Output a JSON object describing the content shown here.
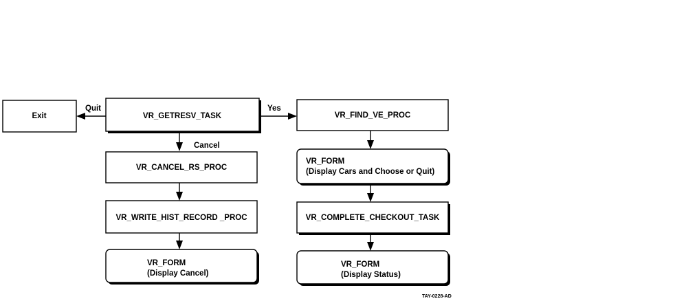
{
  "nodes": {
    "exit": "Exit",
    "getresv": "VR_GETRESV_TASK",
    "find_ve": "VR_FIND_VE_PROC",
    "cancel_rs": "VR_CANCEL_RS_PROC",
    "form_cars_line1": "VR_FORM",
    "form_cars_line2": "(Display Cars and  Choose or Quit)",
    "write_hist": "VR_WRITE_HIST_RECORD  _PROC",
    "complete_checkout": "VR_COMPLETE_CHECKOUT_TASK",
    "form_cancel_line1": "VR_FORM",
    "form_cancel_line2": "(Display Cancel)",
    "form_status_line1": "VR_FORM",
    "form_status_line2": "(Display Status)"
  },
  "edges": {
    "quit": "Quit",
    "yes": "Yes",
    "cancel": "Cancel"
  },
  "figure_id": "TAY-0228-AD"
}
